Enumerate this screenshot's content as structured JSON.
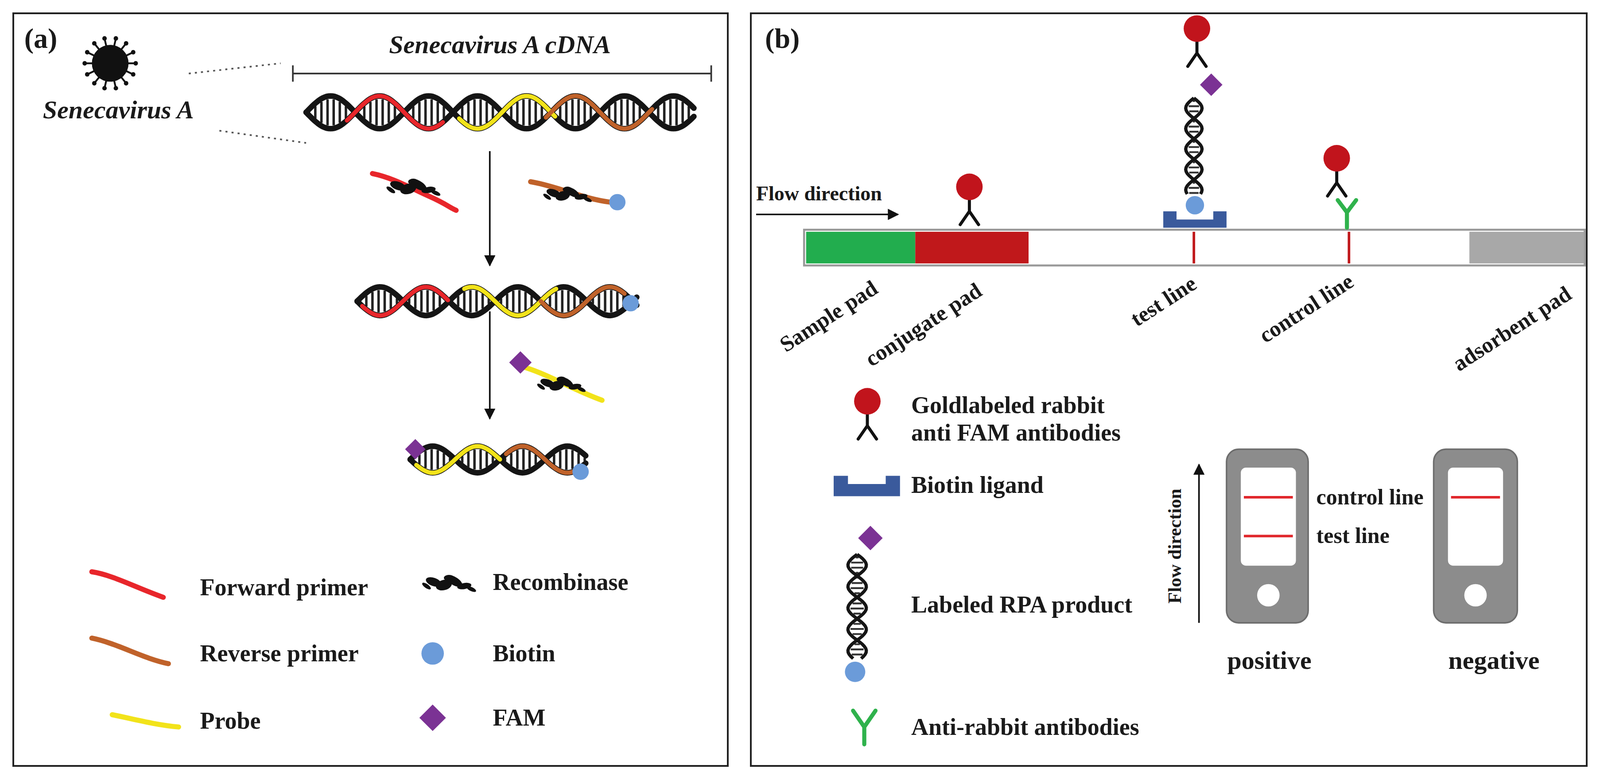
{
  "diagram": {
    "nodes": [
      {
        "text": [
          "(a)"
        ]
      },
      {
        "text": [
          "(b)"
        ]
      }
    ],
    "labels": [
      "Senecavirus A cDNA",
      "Senecavirus A",
      "Flow direction",
      "Sample pad",
      "conjugate pad",
      "test line",
      "control line",
      "adsorbent pad",
      "control line",
      "test line",
      "Flow direction",
      "positive",
      "negative"
    ],
    "legend": [
      {
        "text": "Forward primer"
      },
      {
        "text": "Recombinase"
      },
      {
        "text": "Reverse primer"
      },
      {
        "text": "Biotin"
      },
      {
        "text": "Probe"
      },
      {
        "text": "FAM"
      },
      {
        "text": "Goldlabeled rabbit anti FAM antibodies"
      },
      {
        "text": "Biotin ligand"
      },
      {
        "text": "Labeled RPA product"
      },
      {
        "text": "Anti-rabbit antibodies"
      }
    ]
  }
}
